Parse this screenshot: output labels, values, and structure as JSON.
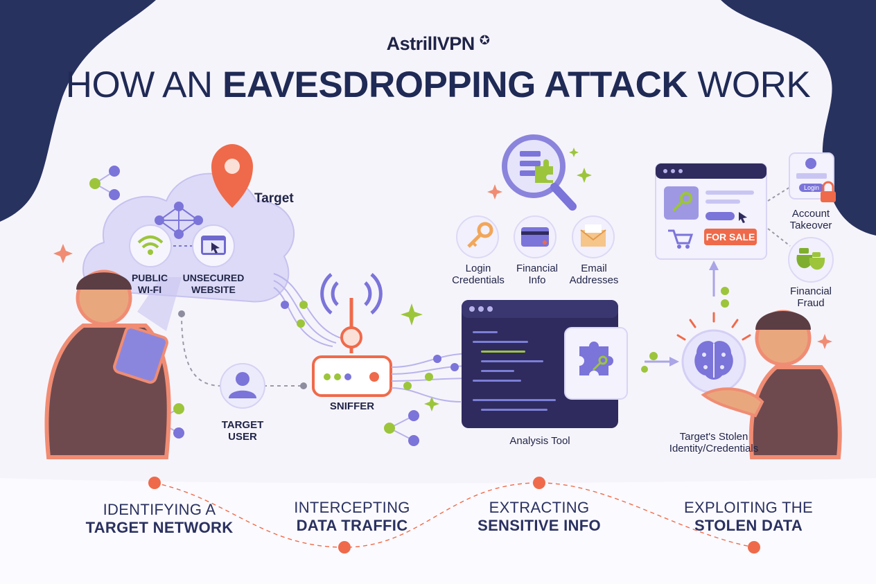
{
  "brand": {
    "name": "AstrillVPN",
    "icon": "star-icon"
  },
  "title": {
    "part1": "HOW AN ",
    "part2": "EAVESDROPPING ATTACK",
    "part3": " WORK"
  },
  "labels": {
    "target": "Target",
    "public_wifi": "PUBLIC\nWI-FI",
    "unsecured_website": "UNSECURED\nWEBSITE",
    "target_user": "TARGET\nUSER",
    "sniffer": "SNIFFER",
    "login_credentials": "Login\nCredentials",
    "financial_info": "Financial\nInfo",
    "email_addresses": "Email\nAddresses",
    "analysis_tool": "Analysis Tool",
    "for_sale": "FOR SALE",
    "login": "Login",
    "account_takeover": "Account\nTakeover",
    "financial_fraud": "Financial\nFraud",
    "stolen_identity": "Target's Stolen\nIdentity/Credentials"
  },
  "steps": [
    {
      "line1": "IDENTIFYING A",
      "line2": "TARGET NETWORK"
    },
    {
      "line1": "INTERCEPTING",
      "line2": "DATA TRAFFIC"
    },
    {
      "line1": "EXTRACTING",
      "line2": "SENSITIVE INFO"
    },
    {
      "line1": "EXPLOITING THE",
      "line2": "STOLEN DATA"
    }
  ],
  "colors": {
    "navy": "#27325f",
    "coral": "#ef6a4a",
    "purple": "#7b74d9",
    "green": "#9cc53b",
    "dark_panel": "#2f2b5e"
  },
  "icons": [
    "location-pin-icon",
    "wifi-icon",
    "browser-cursor-icon",
    "user-icon",
    "router-icon",
    "magnifier-icon",
    "key-icon",
    "credit-card-icon",
    "envelope-icon",
    "puzzle-icon",
    "brain-icon",
    "cart-icon",
    "money-bag-icon",
    "lock-icon",
    "sparkle-icon",
    "share-icon"
  ]
}
